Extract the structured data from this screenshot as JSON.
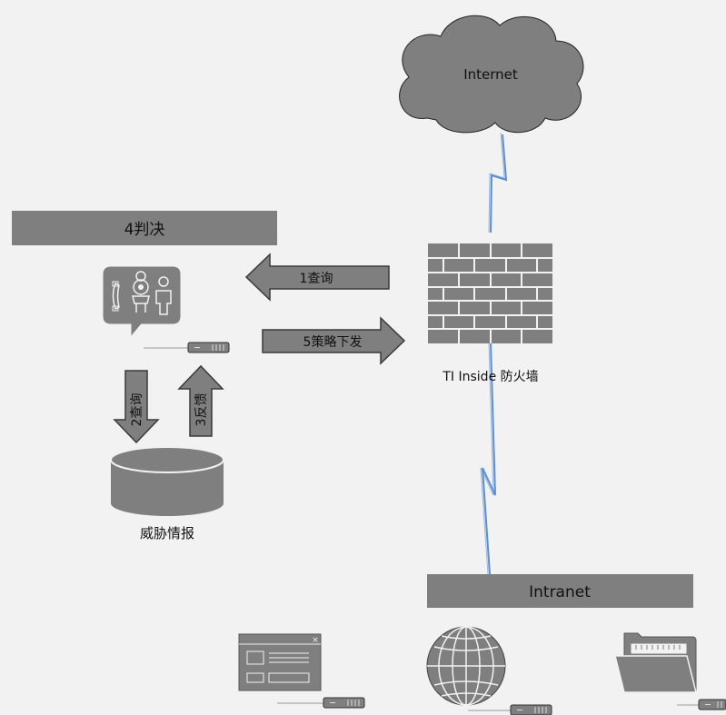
{
  "internet": {
    "label": "Internet"
  },
  "firewall": {
    "label": "TI Inside 防火墙"
  },
  "decision": {
    "label": "4判决"
  },
  "arrows": {
    "query_1": "1查询",
    "policy_5": "5策略下发",
    "query_2": "2查询",
    "feedback_3": "3反馈"
  },
  "threat_intel": {
    "label": "威胁情报"
  },
  "intranet": {
    "label": "Intranet"
  },
  "colors": {
    "background": "#f2f2f2",
    "gray_fill": "#7f7f7f",
    "dark_stroke": "#3a3a3a",
    "link_blue": "#5b8fd1"
  },
  "icons": {
    "cloud": "cloud-icon",
    "firewall": "brick-wall-icon",
    "server_console": "phone-camera-person-bubble-icon",
    "database": "database-cylinder-icon",
    "web_window": "browser-window-icon",
    "globe": "globe-icon",
    "folder": "folder-icon",
    "device": "network-device-icon"
  }
}
